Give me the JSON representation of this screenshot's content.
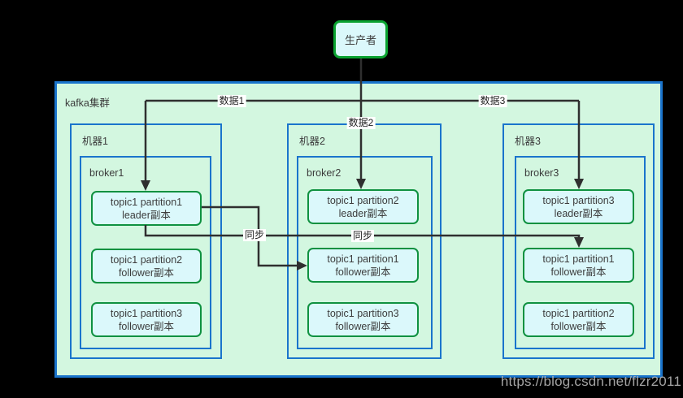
{
  "producer": {
    "label": "生产者"
  },
  "cluster": {
    "label": "kafka集群",
    "machines": [
      {
        "label": "机器1",
        "broker": {
          "label": "broker1",
          "partitions": [
            {
              "title": "topic1 partition1",
              "role": "leader副本"
            },
            {
              "title": "topic1 partition2",
              "role": "follower副本"
            },
            {
              "title": "topic1 partition3",
              "role": "follower副本"
            }
          ]
        }
      },
      {
        "label": "机器2",
        "broker": {
          "label": "broker2",
          "partitions": [
            {
              "title": "topic1 partition2",
              "role": "leader副本"
            },
            {
              "title": "topic1 partition1",
              "role": "follower副本"
            },
            {
              "title": "topic1 partition3",
              "role": "follower副本"
            }
          ]
        }
      },
      {
        "label": "机器3",
        "broker": {
          "label": "broker3",
          "partitions": [
            {
              "title": "topic1 partition3",
              "role": "leader副本"
            },
            {
              "title": "topic1 partition1",
              "role": "follower副本"
            },
            {
              "title": "topic1 partition2",
              "role": "follower副本"
            }
          ]
        }
      }
    ]
  },
  "edges": {
    "data1": "数据1",
    "data2": "数据2",
    "data3": "数据3",
    "sync_left": "同步",
    "sync_mid": "同步"
  },
  "watermark": "https://blog.csdn.net/flzr2011",
  "colors": {
    "background": "#000000",
    "cluster_fill": "#d3f7e0",
    "cluster_border": "#1a74cc",
    "node_fill": "#dbf8fb",
    "node_border": "#0f9140",
    "producer_border": "#0aa230",
    "line": "#2f2f2f"
  }
}
